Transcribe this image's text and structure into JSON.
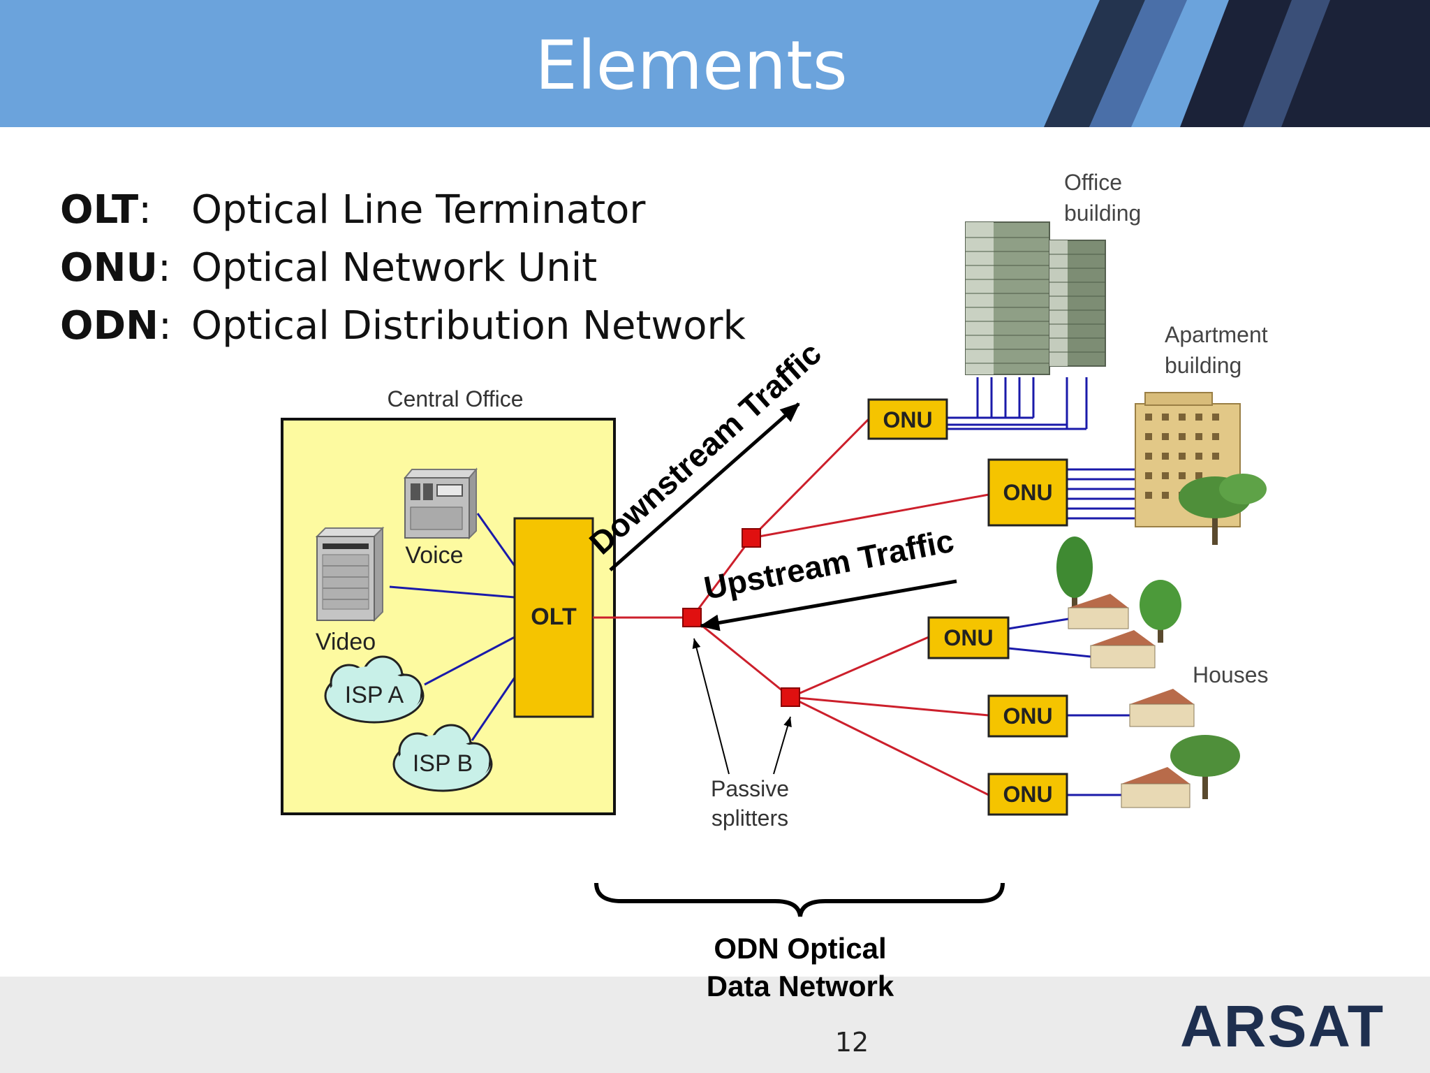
{
  "slide": {
    "title": "Elements",
    "page_number": "12",
    "header_color": "#6ba3dc"
  },
  "definitions": [
    {
      "abbr": "OLT",
      "sep": ":",
      "term": "Optical Line Terminator"
    },
    {
      "abbr": "ONU",
      "sep": ":",
      "term": "Optical Network Unit"
    },
    {
      "abbr": "ODN",
      "sep": ":",
      "term": "Optical Distribution Network"
    }
  ],
  "diagram": {
    "central_office": {
      "label": "Central Office",
      "fill": "#fdfaa0"
    },
    "olt_label": "OLT",
    "sources": {
      "voice": "Voice",
      "video": "Video",
      "isp_a": "ISP A",
      "isp_b": "ISP B"
    },
    "onu_label": "ONU",
    "building_labels": {
      "office": [
        "Office",
        "building"
      ],
      "apartment": [
        "Apartment",
        "building"
      ],
      "houses": "Houses"
    },
    "traffic": {
      "downstream": "Downstream Traffic",
      "upstream": "Upstream Traffic"
    },
    "splitters_label": [
      "Passive",
      "splitters"
    ],
    "odn_caption": [
      "ODN Optical",
      "Data Network"
    ],
    "colors": {
      "fiber": "#cc1f2b",
      "copper": "#1a1aaa",
      "onu_fill": "#f5c400",
      "splitter": "#e01010"
    }
  },
  "logo": {
    "text": "ARSAT",
    "color": "#1e2f4f"
  }
}
